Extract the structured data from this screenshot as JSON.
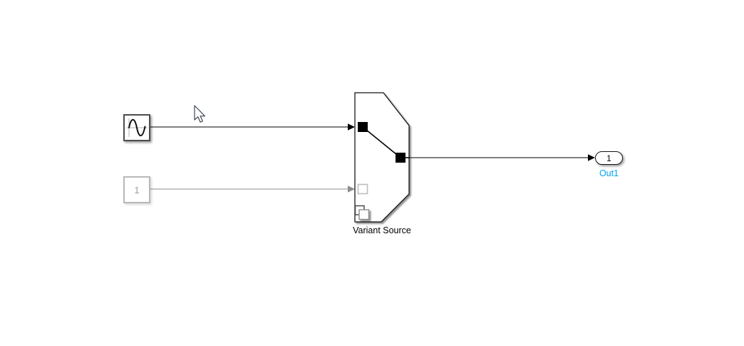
{
  "diagram": {
    "background": "#ffffff",
    "colors": {
      "active_line": "#000000",
      "inactive_line": "#8c8c8c",
      "inactive_block_border": "#b8b8b8",
      "inactive_text": "#9c9c9c",
      "out_label_blue": "#00a3ef"
    },
    "blocks": {
      "sine_wave": {
        "icon": "sine-wave-icon",
        "state": "active"
      },
      "constant": {
        "value": "1",
        "state": "inactive"
      },
      "variant_source": {
        "label": "Variant Source",
        "badge_icon": "variant-badge-icon",
        "active_input_port": 1,
        "inactive_input_port": 2
      },
      "out1": {
        "port_number": "1",
        "label": "Out1"
      }
    },
    "connections": [
      {
        "from": "sine-wave",
        "to": "variant-source-input-1",
        "state": "active"
      },
      {
        "from": "constant",
        "to": "variant-source-input-2",
        "state": "inactive"
      },
      {
        "from": "variant-source-output",
        "to": "out1",
        "state": "active"
      }
    ],
    "cursor": {
      "icon": "arrow-pointer"
    }
  }
}
